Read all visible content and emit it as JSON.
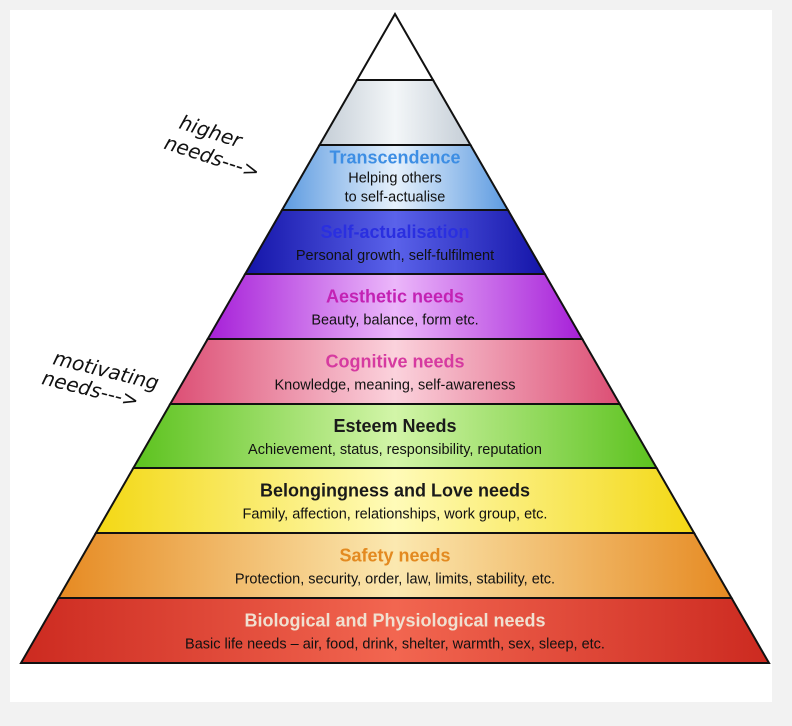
{
  "annotations": {
    "higher_line1": "higher",
    "higher_line2": "needs--->",
    "motivating_line1": "motivating",
    "motivating_line2": "needs--->"
  },
  "layers": [
    {
      "title": "Biological and Physiological needs",
      "desc": [
        "Basic life needs – air, food, drink, shelter, warmth, sex, sleep, etc."
      ],
      "title_color": "#f0e0d0",
      "fill_left": "#cc2a20",
      "fill_mid": "#f26650",
      "fill_right": "#cc2a20"
    },
    {
      "title": "Safety needs",
      "desc": [
        "Protection, security, order, law, limits, stability, etc."
      ],
      "title_color": "#e38a20",
      "fill_left": "#e68a22",
      "fill_mid": "#fbe8b0",
      "fill_right": "#e68a22"
    },
    {
      "title": "Belongingness and Love needs",
      "desc": [
        "Family, affection, relationships, work group, etc."
      ],
      "title_color": "#1a1a1a",
      "fill_left": "#f3d814",
      "fill_mid": "#fffbb8",
      "fill_right": "#f3d814"
    },
    {
      "title": "Esteem Needs",
      "desc": [
        "Achievement, status, responsibility, reputation"
      ],
      "title_color": "#1a1a1a",
      "fill_left": "#5cc21e",
      "fill_mid": "#d2f5a8",
      "fill_right": "#5cc21e"
    },
    {
      "title": "Cognitive needs",
      "desc": [
        "Knowledge, meaning, self-awareness"
      ],
      "title_color": "#d63aa0",
      "fill_left": "#dc4e74",
      "fill_mid": "#fbd2dc",
      "fill_right": "#dc4e74"
    },
    {
      "title": "Aesthetic needs",
      "desc": [
        "Beauty, balance, form etc."
      ],
      "title_color": "#c322b4",
      "fill_left": "#a620d8",
      "fill_mid": "#ebb6fa",
      "fill_right": "#a620d8"
    },
    {
      "title": "Self-actualisation",
      "desc": [
        "Personal growth, self-fulfilment"
      ],
      "title_color": "#2a2fe0",
      "fill_left": "#1414a8",
      "fill_mid": "#5a62ea",
      "fill_right": "#1414a8"
    },
    {
      "title": "Transcendence",
      "desc": [
        "Helping others",
        "to self-actualise"
      ],
      "title_color": "#3d8ee4",
      "fill_left": "#5c9ae0",
      "fill_mid": "#e6f1fc",
      "fill_right": "#5c9ae0"
    },
    {
      "title": "",
      "desc": [],
      "title_color": "#000000",
      "fill_left": "#c4cdd6",
      "fill_mid": "#f3f6f8",
      "fill_right": "#c4cdd6"
    },
    {
      "title": "",
      "desc": [],
      "title_color": "#000000",
      "fill_left": "#ffffff",
      "fill_mid": "#ffffff",
      "fill_right": "#ffffff"
    }
  ]
}
